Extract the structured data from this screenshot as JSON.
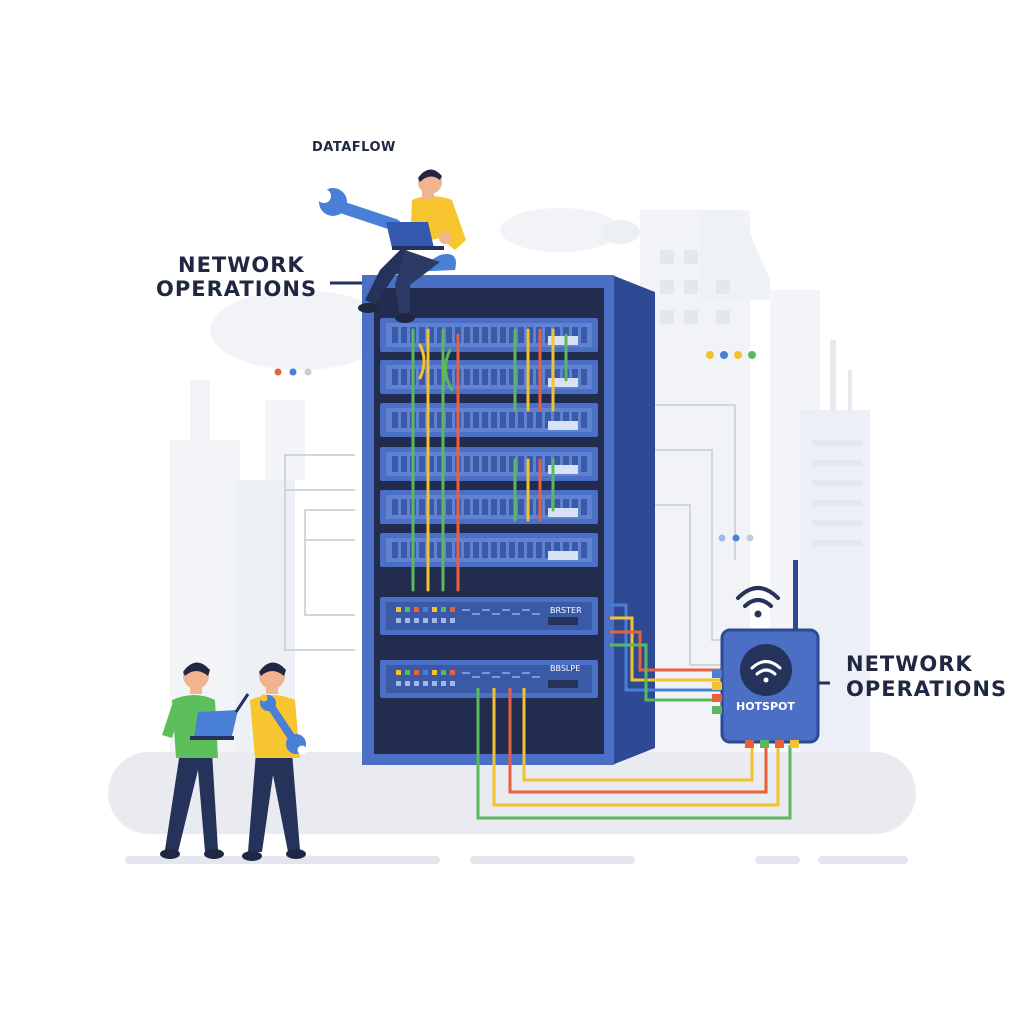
{
  "labels": {
    "dataflow": "DATAFLOW",
    "network_ops_left_line1": "NETWORK",
    "network_ops_left_line2": "OPERATIONS",
    "network_ops_right_line1": "NETWORK",
    "network_ops_right_line2": "OPERATIONS",
    "hotspot": "HOTSPOT",
    "switch_label_1": "BRSTER",
    "switch_label_2": "BBSLPE"
  },
  "colors": {
    "rack_blue": "#4a6fc4",
    "rack_dark": "#25325a",
    "cable_green": "#5cb85c",
    "cable_yellow": "#f2c230",
    "cable_red": "#e8603c",
    "cable_blue": "#4a7fd8",
    "shirt_yellow": "#f7c52f",
    "shirt_green": "#5cbf5c",
    "text_dark": "#1f2742"
  },
  "dot_groups": {
    "left": [
      "#e8603c",
      "#4a7fd8",
      "#c9ccd4"
    ],
    "right_top": [
      "#f2c230",
      "#4a7fd8",
      "#f2c230",
      "#5cb85c"
    ],
    "right_mid": [
      "#9fb6e6",
      "#4a7fd8",
      "#c9ccd4"
    ]
  },
  "icons": [
    "wrench-icon",
    "laptop-icon",
    "wifi-icon",
    "hotspot-wifi-icon"
  ]
}
